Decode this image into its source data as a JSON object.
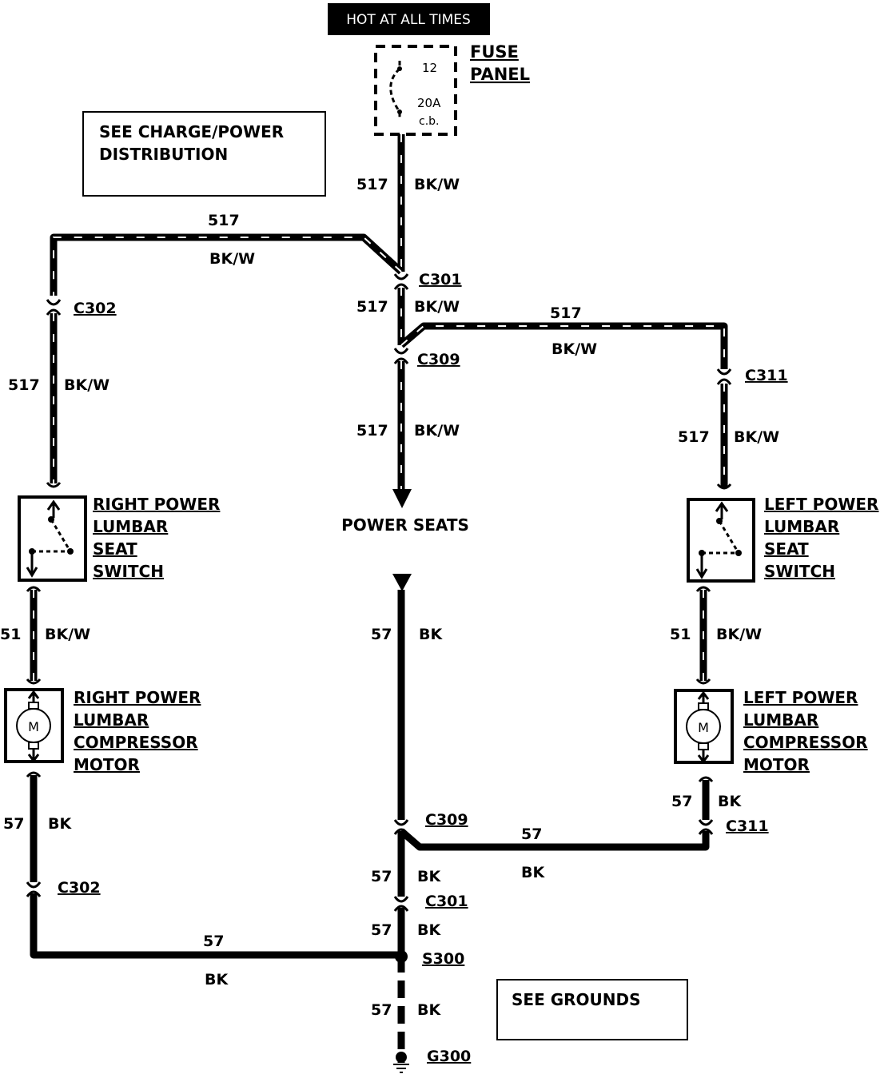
{
  "header": {
    "hot_label": "HOT AT ALL TIMES"
  },
  "fuse": {
    "label_line1": "FUSE",
    "label_line2": "PANEL",
    "number": "12",
    "rating": "20A",
    "type": "c.b."
  },
  "notes": {
    "charge_line1": "SEE CHARGE/POWER",
    "charge_line2": "DISTRIBUTION",
    "grounds": "SEE GROUNDS"
  },
  "circuits": {
    "c517": "517",
    "c51": "51",
    "c57": "57",
    "bkw": "BK/W",
    "bk": "BK"
  },
  "connectors": {
    "c301": "C301",
    "c302": "C302",
    "c309": "C309",
    "c311": "C311",
    "s300": "S300",
    "g300": "G300"
  },
  "components": {
    "power_seats": "POWER SEATS",
    "right_switch": [
      "RIGHT POWER",
      "LUMBAR",
      "SEAT",
      "SWITCH"
    ],
    "left_switch": [
      "LEFT POWER",
      "LUMBAR",
      "SEAT",
      "SWITCH"
    ],
    "right_motor": [
      "RIGHT POWER",
      "LUMBAR",
      "COMPRESSOR",
      "MOTOR"
    ],
    "left_motor": [
      "LEFT POWER",
      "LUMBAR",
      "COMPRESSOR",
      "MOTOR"
    ],
    "motor_symbol": "M"
  }
}
